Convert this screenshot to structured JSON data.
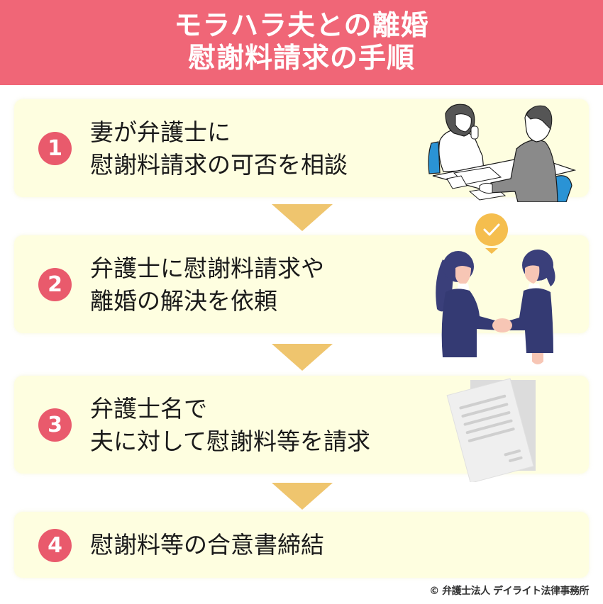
{
  "header": {
    "title_line1": "モラハラ夫との離婚",
    "title_line2": "慰謝料請求の手順",
    "background_color": "#F06677"
  },
  "steps": [
    {
      "number": "1",
      "line1": "妻が弁護士に",
      "line2": "慰謝料請求の可否を相談",
      "illustration": "consultation-illustration"
    },
    {
      "number": "2",
      "line1": "弁護士に慰謝料請求や",
      "line2": "離婚の解決を依頼",
      "illustration": "handshake-illustration"
    },
    {
      "number": "3",
      "line1": "弁護士名で",
      "line2": "夫に対して慰謝料等を請求",
      "illustration": "documents-illustration"
    },
    {
      "number": "4",
      "line1": "慰謝料等の合意書締結",
      "line2": ""
    }
  ],
  "colors": {
    "card_background": "#FEFEE0",
    "number_badge": "#E95A6C",
    "arrow": "#EFC56E",
    "check_badge": "#F5BE4E"
  },
  "footer": {
    "credit": "© 弁護士法人 デイライト法律事務所"
  }
}
